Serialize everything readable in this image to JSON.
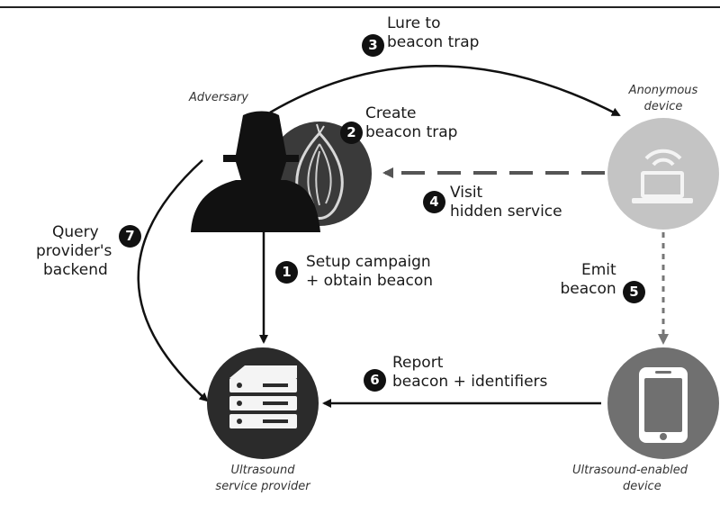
{
  "nodes": {
    "adversary": "Adversary",
    "anonymous_device": [
      "Anonymous",
      "device"
    ],
    "provider": [
      "Ultrasound",
      "service provider"
    ],
    "ultrasound_device": [
      "Ultrasound-enabled",
      "device"
    ]
  },
  "steps": [
    {
      "number": "1",
      "lines": [
        "Setup campaign",
        "+ obtain beacon"
      ]
    },
    {
      "number": "2",
      "lines": [
        "Create",
        "beacon trap"
      ]
    },
    {
      "number": "3",
      "lines": [
        "Lure to",
        "beacon trap"
      ]
    },
    {
      "number": "4",
      "lines": [
        "Visit",
        "hidden service"
      ]
    },
    {
      "number": "5",
      "lines": [
        "Emit",
        "beacon"
      ]
    },
    {
      "number": "6",
      "lines": [
        "Report",
        "beacon + identifiers"
      ]
    },
    {
      "number": "7",
      "lines": [
        "Query",
        "provider's",
        "backend"
      ]
    }
  ],
  "icons": [
    "adversary-icon",
    "tor-onion-icon",
    "laptop-wifi-icon",
    "smartphone-icon",
    "server-rack-icon"
  ]
}
